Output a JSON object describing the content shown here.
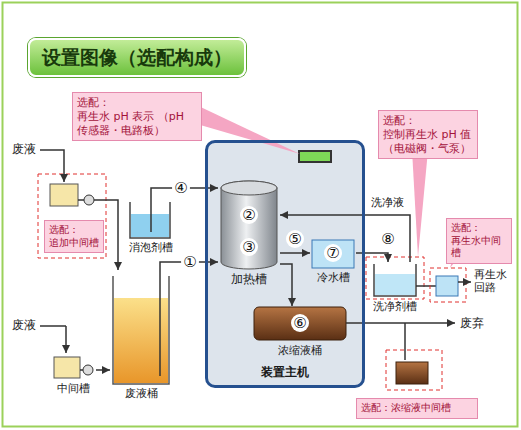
{
  "diagram": {
    "title": "设置图像（选配构成）",
    "nodes": [
      {
        "text": [
          "选配：",
          "再生水 pH 表示 （pH 传感器・电路板）"
        ]
      },
      {
        "text": [
          "选配：",
          "追加中间槽"
        ]
      },
      {
        "text": [
          "选配：",
          "控制再生水 pH 值 （电磁阀・气泵）"
        ]
      },
      {
        "text": [
          "选配：",
          "再生水中间槽"
        ]
      },
      {
        "text": [
          "选配：浓缩液中间槽"
        ]
      },
      {
        "text": [
          "装置主机"
        ]
      },
      {
        "text": [
          "②",
          "③",
          "加热槽"
        ],
        "in": 5
      },
      {
        "text": [
          "⑦",
          "冷水槽"
        ],
        "in": 5
      },
      {
        "text": [
          "⑥",
          "浓缩液桶"
        ],
        "in": 5
      },
      {
        "text": [
          "消泡剂槽"
        ]
      },
      {
        "text": [
          "废液桶"
        ]
      },
      {
        "text": [
          "中间槽"
        ]
      },
      {
        "text": [
          "洗净剂槽"
        ]
      }
    ],
    "edges": [
      {
        "from": 9,
        "to": 6,
        "label": "④",
        "arrow": "to"
      },
      {
        "from": 10,
        "to": 6,
        "label": "①",
        "arrow": "to"
      },
      {
        "from": 6,
        "to": 8,
        "arrow": "to"
      },
      {
        "from": 6,
        "to": 7,
        "label": "⑤",
        "arrow": "to"
      },
      {
        "from": 7,
        "to": 12,
        "label": "⑧",
        "arrow": "to"
      },
      {
        "from": 12,
        "to": 6,
        "label": "洗净液",
        "arrow": "to"
      },
      {
        "from": 11,
        "to": 10,
        "arrow": "to"
      }
    ],
    "labels": [
      "废液",
      "废液",
      "再生水回路",
      "废弃"
    ]
  }
}
